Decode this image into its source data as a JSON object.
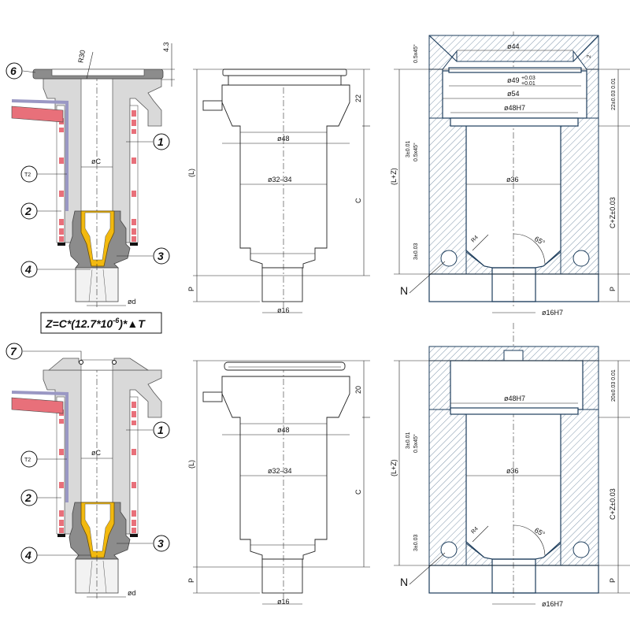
{
  "callouts": {
    "c1": "1",
    "c2": "2",
    "c3": "3",
    "c4": "4",
    "c6": "6",
    "c7": "7",
    "t2": "T2"
  },
  "formula": "Z=C*(12.7*10",
  "formula_exp": "-6",
  "formula_tail": ")*▲T",
  "left_panel": {
    "r30": "R30",
    "dim_43": "4.3",
    "phi_c": "øC",
    "phi_d": "ød"
  },
  "middle_panel": {
    "top": {
      "phi48": "ø48",
      "phi32": "ø32–34",
      "phi16": "ø16",
      "L": "(L)",
      "C": "C",
      "P": "P",
      "h": "22"
    },
    "bottom": {
      "phi48": "ø48",
      "phi32": "ø32–34",
      "phi16": "ø16",
      "L": "(L)",
      "C": "C",
      "P": "P",
      "h": "20"
    }
  },
  "right_panel": {
    "top": {
      "chamfer_top": "0.5x45°",
      "phi44": "ø44",
      "two": "2",
      "phi49": "ø49",
      "tol49_up": "+0.03",
      "tol49_lo": "+0.01",
      "phi54": "ø54",
      "phi48h7": "ø48H7",
      "LZ": "(L+Z)",
      "h": "22±0.03 0.01",
      "tol3": "3±0.01",
      "chamfer": "0.5x45°",
      "phi36": "ø36",
      "r4": "R4",
      "angle": "65°",
      "tol3b": "3±0.03",
      "CZ": "C+Z±0.03",
      "N": "N",
      "P": "P",
      "phi16h7": "ø16H7"
    },
    "bottom": {
      "phi48h7": "ø48H7",
      "LZ": "(L+Z)",
      "h": "20±0.03 0.01",
      "tol3": "3±0.01",
      "chamfer": "0.5x45°",
      "phi36": "ø36",
      "r4": "R4",
      "angle": "65°",
      "tol3b": "3±0.03",
      "CZ": "C+Z±0.03",
      "N": "N",
      "P": "P",
      "phi16h7": "ø16H7"
    }
  },
  "colors": {
    "body": "#d9d9d9",
    "dark": "#8c8c8c",
    "heater": "#e8707a",
    "insert": "#f2b90f",
    "lead": "#9a98c4",
    "blue": "#1d3d5c"
  }
}
